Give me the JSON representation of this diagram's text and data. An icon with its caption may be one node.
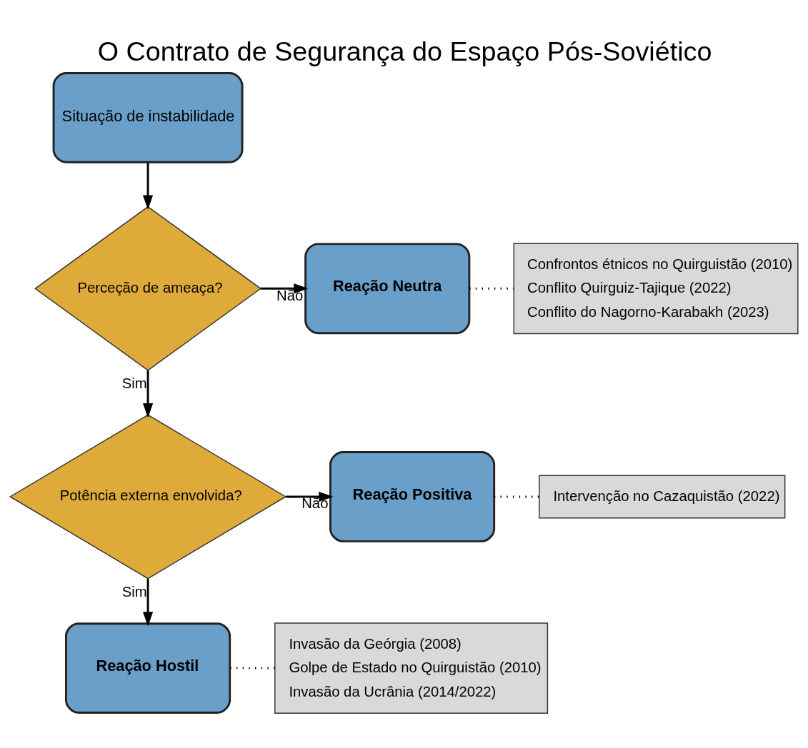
{
  "diagram": {
    "title": "O Contrato de Segurança do Espaço Pós-Soviético",
    "nodes": [
      {
        "text": [
          "Situação de instabilidade"
        ]
      },
      {
        "text": [
          "Perceção de ameaça?"
        ]
      },
      {
        "text": [
          "Reação Neutra"
        ]
      },
      {
        "text": [
          "Confrontos étnicos no Quirguistão (2010)",
          "Conflito Quirguiz-Tajique (2022)",
          "Conflito do Nagorno-Karabakh (2023)"
        ]
      },
      {
        "text": [
          "Potência externa envolvida?"
        ]
      },
      {
        "text": [
          "Reação Positiva"
        ]
      },
      {
        "text": [
          "Intervenção no Cazaquistão (2022)"
        ]
      },
      {
        "text": [
          "Reação Hostil"
        ]
      },
      {
        "text": [
          "Invasão da Geórgia (2008)",
          "Golpe de Estado no Quirguistão (2010)",
          "Invasão da Ucrânia (2014/2022)"
        ]
      }
    ],
    "edges": [
      {
        "from": 0,
        "to": 1,
        "arrow": "to"
      },
      {
        "from": 1,
        "to": 2,
        "arrow": "to",
        "label": "Não"
      },
      {
        "from": 2,
        "to": 3,
        "arrow": "none",
        "style": "dashed"
      },
      {
        "from": 1,
        "to": 4,
        "arrow": "to",
        "label": "Sim"
      },
      {
        "from": 4,
        "to": 5,
        "arrow": "to",
        "label": "Não"
      },
      {
        "from": 5,
        "to": 6,
        "arrow": "none",
        "style": "dashed"
      },
      {
        "from": 4,
        "to": 7,
        "arrow": "to",
        "label": "Sim"
      },
      {
        "from": 7,
        "to": 8,
        "arrow": "none",
        "style": "dashed"
      }
    ]
  }
}
